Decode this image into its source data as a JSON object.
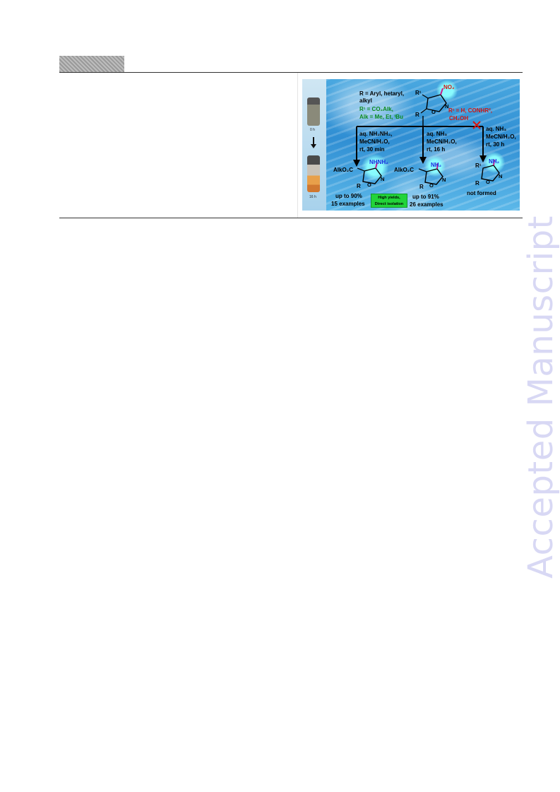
{
  "page": {
    "watermark": "Accepted Manuscript"
  },
  "graphic": {
    "vials": {
      "time_start": "0 h",
      "time_end": "16 h"
    },
    "substituents": {
      "line1": "R = Aryl, hetaryl,",
      "line2": "alkyl",
      "r1_def": "R¹ = CO₂Alk,",
      "alk_def": "Alk = Me, Et, ᵗBu",
      "r1_fail_line1": "R¹ = H, CONHR²,",
      "r1_fail_line2": "CH₂OH"
    },
    "start": {
      "nitro": "NO₂",
      "r1": "R¹",
      "r": "R",
      "o": "O",
      "n": "N"
    },
    "cond_left": {
      "line1": "aq. NH₂NH₂,",
      "line2": "MeCN/H₂O,",
      "line3": "rt, 30 min"
    },
    "cond_mid": {
      "line1": "aq. NH₃",
      "line2": "MeCN/H₂O,",
      "line3": "rt, 16 h"
    },
    "cond_right": {
      "line1": "aq. NH₃",
      "line2": "MeCN/H₂O,",
      "line3": "rt, 30 h"
    },
    "product_left": {
      "ester": "AlkO₂C",
      "group": "NHNH₂",
      "r": "R",
      "o": "O",
      "n": "N",
      "yield": "up to 90%",
      "examples": "15 examples"
    },
    "product_mid": {
      "ester": "AlkO₂C",
      "group": "NH₂",
      "r": "R",
      "o": "O",
      "n": "N",
      "yield": "up to 91%",
      "examples": "26 examples"
    },
    "product_right": {
      "r1": "R¹",
      "group": "NH₂",
      "r": "R",
      "o": "O",
      "n": "N",
      "note": "not formed"
    },
    "badge": {
      "line1": "High yields,",
      "line2": "Direct isolation"
    }
  },
  "colors": {
    "green": "#0a8a1f",
    "red": "#d4150f",
    "blue": "#1a2ce0",
    "magenta": "#c81e8c",
    "badge": "#22d43a"
  }
}
